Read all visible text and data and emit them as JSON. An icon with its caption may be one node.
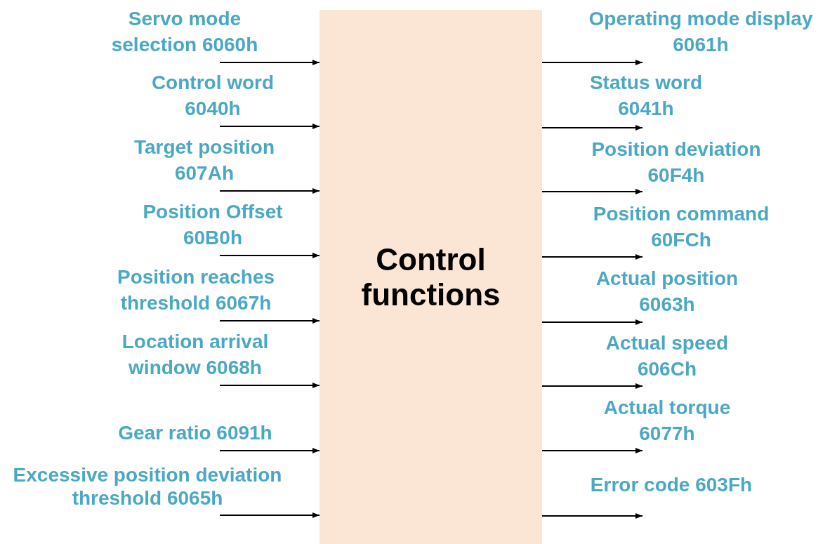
{
  "diagram": {
    "nodes": [
      {
        "text": [
          "Servo mode selection 6060h"
        ]
      },
      {
        "text": [
          "Control word 6040h"
        ]
      },
      {
        "text": [
          "Target position 607Ah"
        ]
      },
      {
        "text": [
          "Position Offset 60B0h"
        ]
      },
      {
        "text": [
          "Position reaches threshold 6067h"
        ]
      },
      {
        "text": [
          "Location arrival window 6068h"
        ]
      },
      {
        "text": [
          "Gear ratio 6091h"
        ]
      },
      {
        "text": [
          "Excessive position deviation threshold 6065h"
        ]
      },
      {
        "text": [
          "Control functions"
        ]
      },
      {
        "text": [
          "Operating mode display 6061h"
        ]
      },
      {
        "text": [
          "Status word 6041h"
        ]
      },
      {
        "text": [
          "Position deviation 60F4h"
        ]
      },
      {
        "text": [
          "Position command 60FCh"
        ]
      },
      {
        "text": [
          "Actual position 6063h"
        ]
      },
      {
        "text": [
          "Actual speed 606Ch"
        ]
      },
      {
        "text": [
          "Actual torque 6077h"
        ]
      },
      {
        "text": [
          "Error code 603Fh"
        ]
      }
    ],
    "edges": [
      {
        "from": 0,
        "to": 8,
        "arrow": "to"
      },
      {
        "from": 1,
        "to": 8,
        "arrow": "to"
      },
      {
        "from": 2,
        "to": 8,
        "arrow": "to"
      },
      {
        "from": 3,
        "to": 8,
        "arrow": "to"
      },
      {
        "from": 4,
        "to": 8,
        "arrow": "to"
      },
      {
        "from": 5,
        "to": 8,
        "arrow": "to"
      },
      {
        "from": 6,
        "to": 8,
        "arrow": "to"
      },
      {
        "from": 7,
        "to": 8,
        "arrow": "to"
      },
      {
        "from": 8,
        "to": 9,
        "arrow": "to"
      },
      {
        "from": 8,
        "to": 10,
        "arrow": "to"
      },
      {
        "from": 8,
        "to": 11,
        "arrow": "to"
      },
      {
        "from": 8,
        "to": 12,
        "arrow": "to"
      },
      {
        "from": 8,
        "to": 13,
        "arrow": "to"
      },
      {
        "from": 8,
        "to": 14,
        "arrow": "to"
      },
      {
        "from": 8,
        "to": 15,
        "arrow": "to"
      },
      {
        "from": 8,
        "to": 16,
        "arrow": "to"
      }
    ]
  }
}
